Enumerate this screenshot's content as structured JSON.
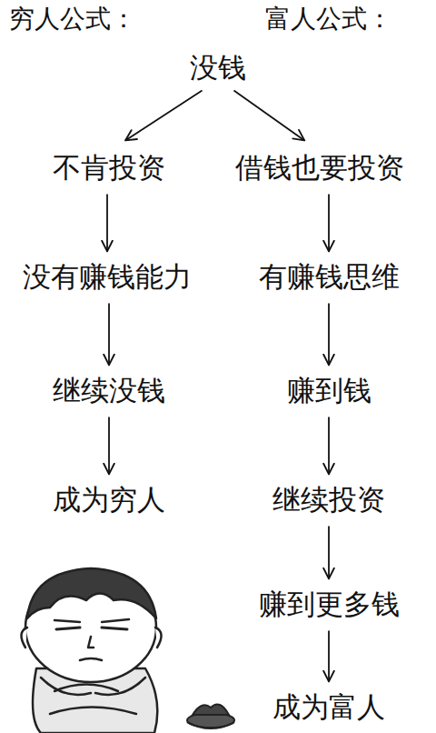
{
  "diagram": {
    "nodes": [
      {
        "text": [
          "没钱"
        ]
      },
      {
        "text": [
          "不肯投资"
        ]
      },
      {
        "text": [
          "借钱也要投资"
        ]
      },
      {
        "text": [
          "没有赚钱能力"
        ]
      },
      {
        "text": [
          "有赚钱思维"
        ]
      },
      {
        "text": [
          "继续没钱"
        ]
      },
      {
        "text": [
          "赚到钱"
        ]
      },
      {
        "text": [
          "成为穷人"
        ]
      },
      {
        "text": [
          "继续投资"
        ]
      },
      {
        "text": [
          "赚到更多钱"
        ]
      },
      {
        "text": [
          "成为富人"
        ]
      }
    ],
    "edges": [
      {
        "from": 0,
        "to": 1,
        "arrow": "to"
      },
      {
        "from": 0,
        "to": 2,
        "arrow": "to"
      },
      {
        "from": 1,
        "to": 3,
        "arrow": "to"
      },
      {
        "from": 3,
        "to": 5,
        "arrow": "to"
      },
      {
        "from": 5,
        "to": 7,
        "arrow": "to"
      },
      {
        "from": 2,
        "to": 4,
        "arrow": "to"
      },
      {
        "from": 4,
        "to": 6,
        "arrow": "to"
      },
      {
        "from": 6,
        "to": 8,
        "arrow": "to"
      },
      {
        "from": 8,
        "to": 9,
        "arrow": "to"
      },
      {
        "from": 9,
        "to": 10,
        "arrow": "to"
      }
    ],
    "labels": [
      "穷人公式：",
      "富人公式："
    ]
  }
}
